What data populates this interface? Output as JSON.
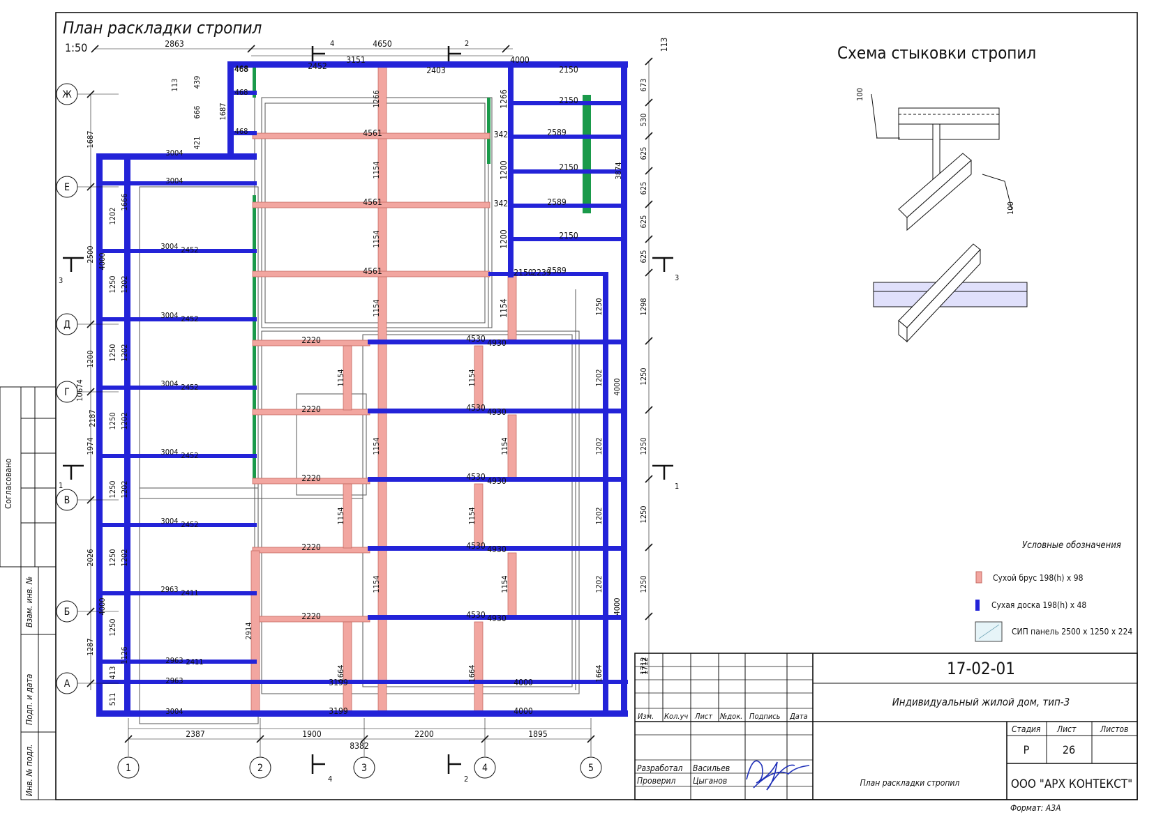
{
  "plan": {
    "title": "План раскладки стропил",
    "scale": "1:50",
    "top_dims": [
      "2863",
      "4650",
      "3151",
      "4000",
      "113"
    ],
    "top_joint_labels": [
      "468",
      "2452",
      "2403",
      "2150"
    ],
    "left_dims": [
      "113",
      "439",
      "666",
      "421",
      "1687",
      "2500",
      "1666",
      "1202",
      "4000",
      "1250",
      "1202",
      "1200",
      "1250",
      "1202",
      "10674",
      "2187",
      "1250",
      "1202",
      "1974",
      "1250",
      "1202",
      "2026",
      "1250",
      "1202",
      "4000",
      "1250",
      "1287",
      "1126",
      "413",
      "511"
    ],
    "right_dims": [
      "673",
      "530",
      "625",
      "625",
      "625",
      "625",
      "1298",
      "1250",
      "1250",
      "1250",
      "1250",
      "1712",
      "3874"
    ],
    "bottom_dims": [
      "2387",
      "1900",
      "2200",
      "1895",
      "8382"
    ],
    "axes_rows": [
      "Ж",
      "Е",
      "Д",
      "Г",
      "В",
      "Б",
      "А"
    ],
    "axes_cols": [
      "1",
      "2",
      "3",
      "4",
      "5"
    ],
    "section_marks": [
      "4",
      "2",
      "3",
      "3",
      "1",
      "1",
      "4",
      "2"
    ],
    "rafter_labels": {
      "left_bays": [
        "3004",
        "3004",
        "3004",
        "2452",
        "3004",
        "2452",
        "3004",
        "2452",
        "3004",
        "2452",
        "3004",
        "2452",
        "2963",
        "2411",
        "2963",
        "2411",
        "2963",
        "3004"
      ],
      "top_short": [
        "468",
        "468",
        "468",
        "1687"
      ],
      "middle_long": [
        "4561",
        "4561",
        "4561",
        "342",
        "342"
      ],
      "middle_vertical": [
        "1266",
        "1154",
        "1154",
        "1154",
        "1154",
        "1154",
        "1154",
        "1154"
      ],
      "right_upper": [
        "1266",
        "1200",
        "1200",
        "1154",
        "2150",
        "2150",
        "2589",
        "2150",
        "2589",
        "2150",
        "2589",
        "2239"
      ],
      "lower": [
        "2220",
        "2220",
        "2220",
        "2220",
        "2220",
        "4530",
        "4930",
        "4530",
        "4930",
        "4530",
        "4930",
        "4530",
        "4930",
        "4530",
        "4930"
      ],
      "lower_vertical": [
        "1154",
        "1154",
        "1154",
        "1154",
        "1154",
        "1154",
        "1664",
        "1664",
        "1664",
        "2914",
        "1250",
        "1202",
        "1202",
        "1202",
        "1202",
        "4000",
        "4000"
      ],
      "bottom_row": [
        "3199",
        "3199",
        "4000",
        "4000"
      ]
    }
  },
  "joint_scheme": {
    "title": "Схема стыковки стропил",
    "dims": [
      "100",
      "100"
    ]
  },
  "legend": {
    "title": "Условные обозначения",
    "items": [
      {
        "label": "Сухой брус 198(h) х 98",
        "color": "#f2a6a0"
      },
      {
        "label": "Сухая доска 198(h) х 48",
        "color": "#2b2bd6"
      },
      {
        "label": "СИП панель 2500 х 1250 х 224",
        "color": "#e6f4f8"
      }
    ]
  },
  "side_stamp": {
    "agreed": "Согласовано",
    "fields": [
      "Взам. инв. №",
      "Подп. и дата",
      "Инв. № подл."
    ]
  },
  "title_block": {
    "code": "17-02-01",
    "project": "Индивидуальный жилой дом, тип-3",
    "headers": [
      "Изм.",
      "Кол.уч",
      "Лист",
      "№док.",
      "Подпись",
      "Дата"
    ],
    "stage_label": "Стадия",
    "sheet_label": "Лист",
    "sheets_label": "Листов",
    "stage": "Р",
    "sheet": "26",
    "sheets": "",
    "roles": [
      {
        "role": "Разработал",
        "name": "Васильев"
      },
      {
        "role": "Проверил",
        "name": "Цыганов"
      }
    ],
    "sheet_title": "План раскладки стропил",
    "company": "ООО \"АРХ КОНТЕКСТ\"",
    "format": "Формат: А3А"
  },
  "colors": {
    "board": "#2323d8",
    "beam": "#f2a6a0",
    "green": "#1a9a4a",
    "line": "#111111"
  }
}
